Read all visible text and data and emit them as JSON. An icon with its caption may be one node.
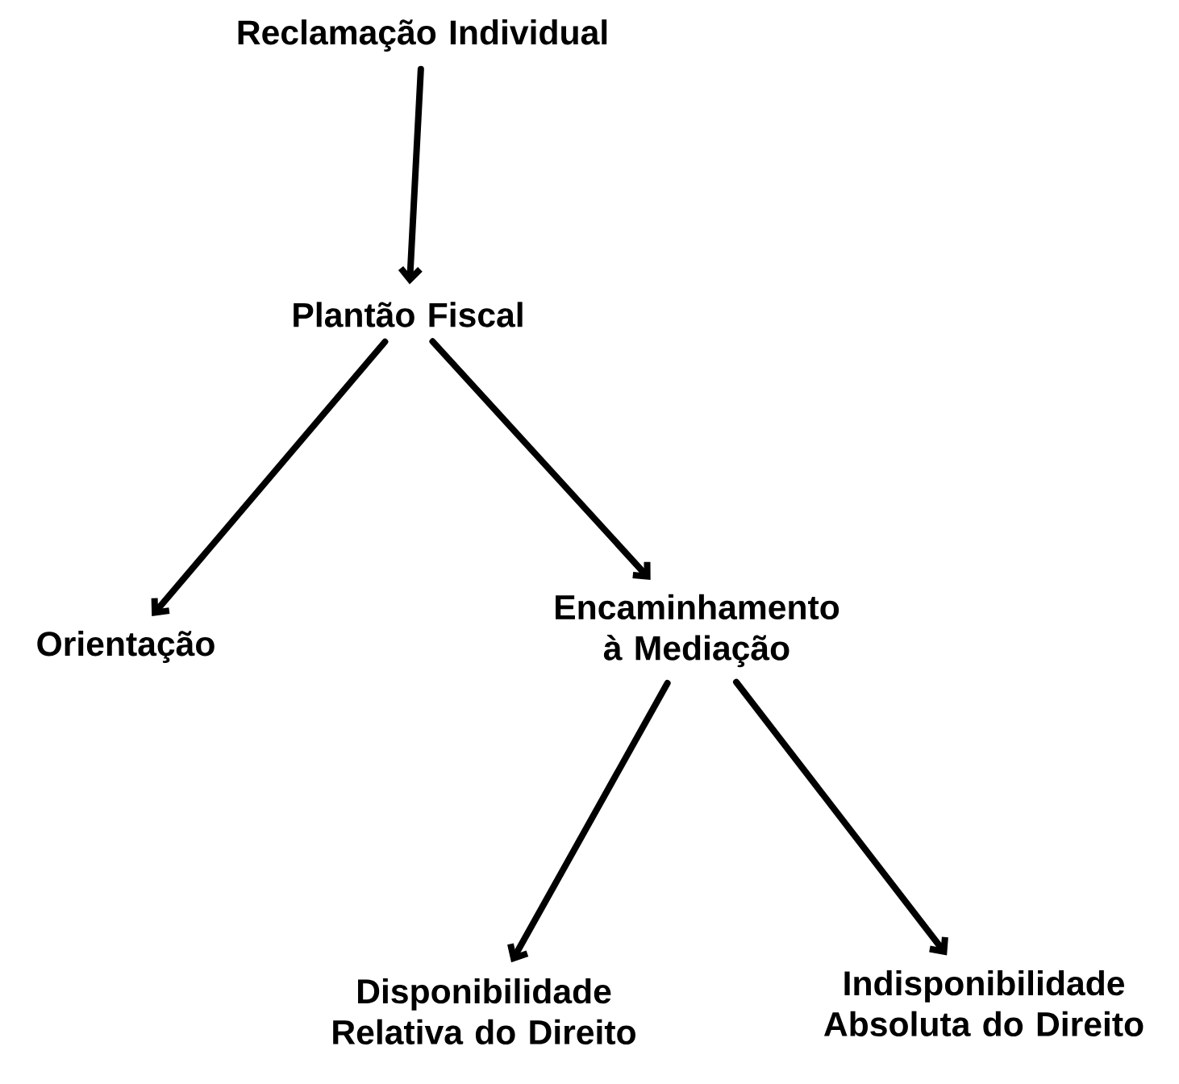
{
  "diagram": {
    "nodes": [
      {
        "text": [
          "Reclamação Individual"
        ]
      },
      {
        "text": [
          "Plantão Fiscal"
        ]
      },
      {
        "text": [
          "Orientação"
        ]
      },
      {
        "text": [
          "Encaminhamento à Mediação"
        ]
      },
      {
        "text": [
          "Disponibilidade Relativa do Direito"
        ]
      },
      {
        "text": [
          "Indisponibilidade Absoluta do Direito"
        ]
      }
    ],
    "edges": [
      {
        "from": 0,
        "to": 1,
        "arrow": "to"
      },
      {
        "from": 1,
        "to": 2,
        "arrow": "to"
      },
      {
        "from": 1,
        "to": 3,
        "arrow": "to"
      },
      {
        "from": 3,
        "to": 4,
        "arrow": "to"
      },
      {
        "from": 3,
        "to": 5,
        "arrow": "to"
      }
    ]
  }
}
